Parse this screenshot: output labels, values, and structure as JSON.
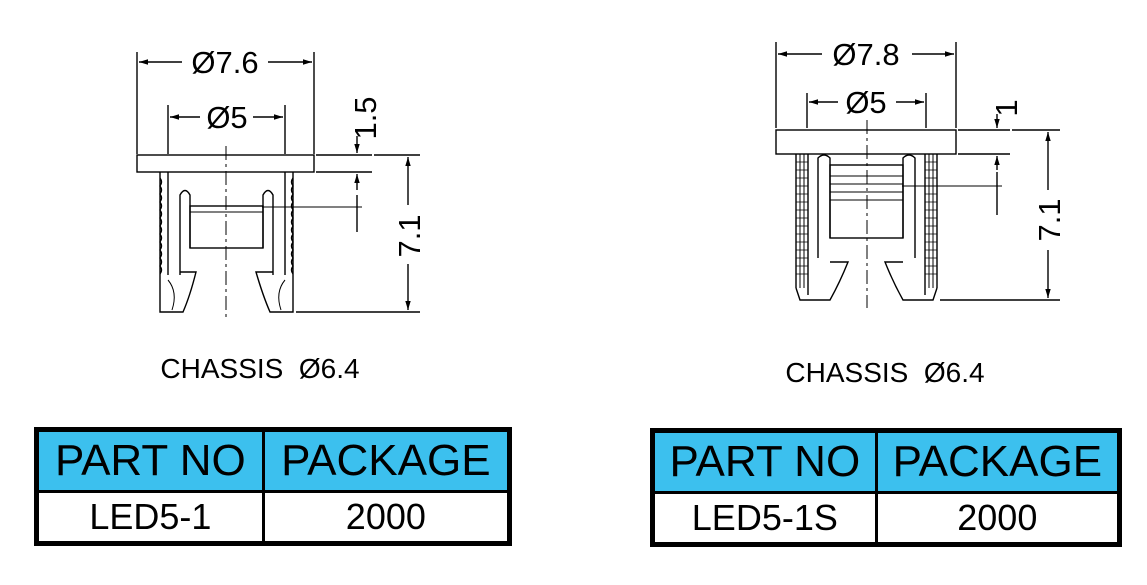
{
  "left_part": {
    "dim_outer": "Ø7.6",
    "dim_inner": "Ø5",
    "dim_flange": "1.5",
    "dim_height": "7.1",
    "chassis_label": "CHASSIS  Ø6.4",
    "table": {
      "headers": [
        "PART NO",
        "PACKAGE"
      ],
      "row": [
        "LED5-1",
        "2000"
      ]
    }
  },
  "right_part": {
    "dim_outer": "Ø7.8",
    "dim_inner": "Ø5",
    "dim_flange": "1",
    "dim_height": "7.1",
    "chassis_label": "CHASSIS  Ø6.4",
    "table": {
      "headers": [
        "PART NO",
        "PACKAGE"
      ],
      "row": [
        "LED5-1S",
        "2000"
      ]
    }
  },
  "colors": {
    "table_header_bg": "#3cc0ee",
    "line": "#000000"
  }
}
